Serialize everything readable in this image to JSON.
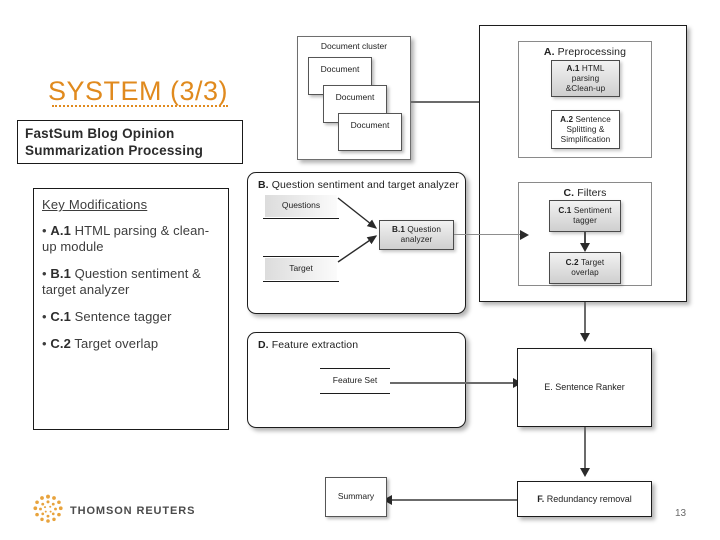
{
  "slide": {
    "title": "SYSTEM (3/3)",
    "header_line1": "FastSum Blog Opinion",
    "header_line2": "Summarization Processing",
    "page_number": "13",
    "accent_color": "#E08A1E"
  },
  "key_modifications": {
    "title": "Key Modifications",
    "items": [
      {
        "bold": "A.1",
        "rest": " HTML parsing & clean-up module"
      },
      {
        "bold": "B.1",
        "rest": " Question sentiment & target analyzer"
      },
      {
        "bold": "C.1",
        "rest": " Sentence tagger"
      },
      {
        "bold": "C.2",
        "rest": " Target overlap"
      }
    ]
  },
  "diagram": {
    "document_cluster": {
      "title": "Document cluster",
      "sheets": [
        "Document",
        "Document",
        "Document"
      ]
    },
    "section_a": {
      "label_bold": "A.",
      "label_rest": " Preprocessing",
      "modules": [
        {
          "bold": "A.1",
          "lines": [
            "HTML",
            "parsing",
            "&Clean-up"
          ]
        },
        {
          "bold": "A.2",
          "lines": [
            "Sentence",
            "Splitting &",
            "Simplification"
          ]
        }
      ]
    },
    "section_c": {
      "label_bold": "C.",
      "label_rest": " Filters",
      "modules": [
        {
          "bold": "C.1",
          "lines": [
            "Sentiment",
            "tagger"
          ]
        },
        {
          "bold": "C.2",
          "lines": [
            "Target",
            "overlap"
          ]
        }
      ]
    },
    "section_b": {
      "label_bold": "B.",
      "label_rest": " Question sentiment and target analyzer",
      "inputs": [
        "Questions",
        "Target"
      ],
      "module": {
        "bold": "B.1",
        "lines": [
          "Question",
          "analyzer"
        ]
      }
    },
    "section_d": {
      "label_bold": "D.",
      "label_rest": " Feature extraction",
      "item": "Feature Set"
    },
    "section_e": {
      "label": "E. Sentence Ranker"
    },
    "section_f": {
      "label_bold": "F.",
      "label_rest": " Redundancy removal"
    },
    "summary": {
      "label": "Summary"
    }
  },
  "footer": {
    "brand": "THOMSON REUTERS",
    "logo_icon": "thomson-reuters-dots-icon"
  }
}
